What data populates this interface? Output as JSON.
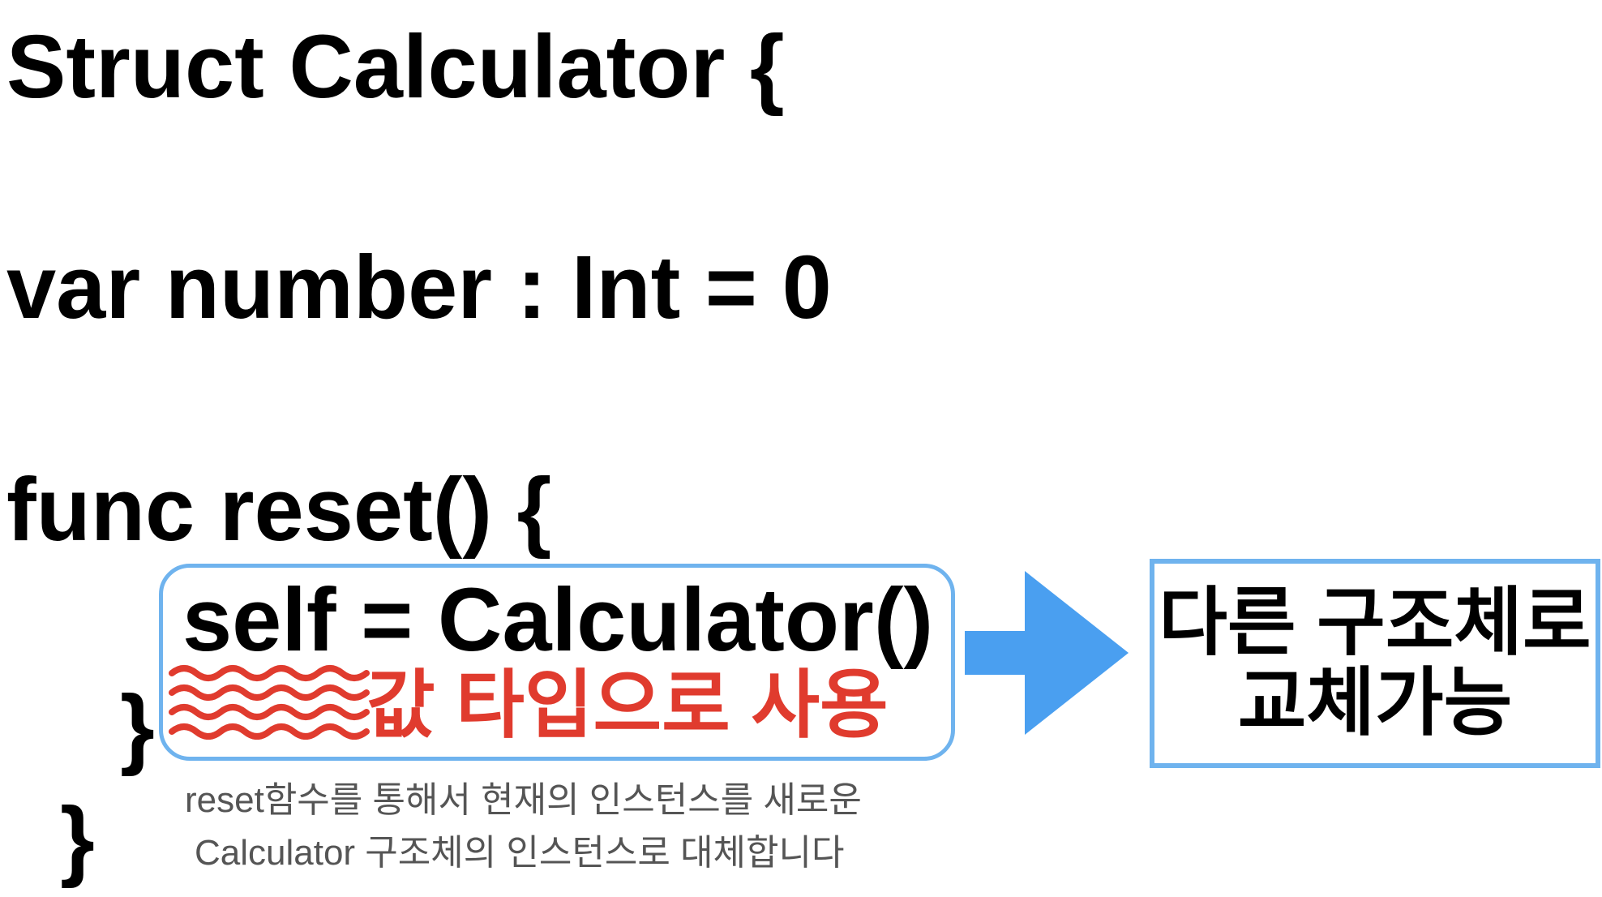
{
  "code": {
    "struct_line": "Struct Calculator {",
    "var_line": "var number : Int = 0",
    "func_line": "func reset() {",
    "self_line": "self = Calculator()",
    "inner_brace": "}",
    "outer_brace": "}"
  },
  "annotation": {
    "value_type_label": "값 타입으로 사용",
    "result_line1": "다른 구조체로",
    "result_line2": "교체가능",
    "caption_line1": "reset함수를 통해서 현재의 인스턴스를 새로운",
    "caption_line2": "Calculator 구조체의 인스턴스로 대체합니다"
  },
  "colors": {
    "highlight_box": "#6fb3ee",
    "arrow": "#4a9ff0",
    "accent_text": "#e03b2e",
    "caption_text": "#555555"
  },
  "icons": {
    "wave": "wavy-underline-icon",
    "arrow": "right-arrow-icon"
  }
}
